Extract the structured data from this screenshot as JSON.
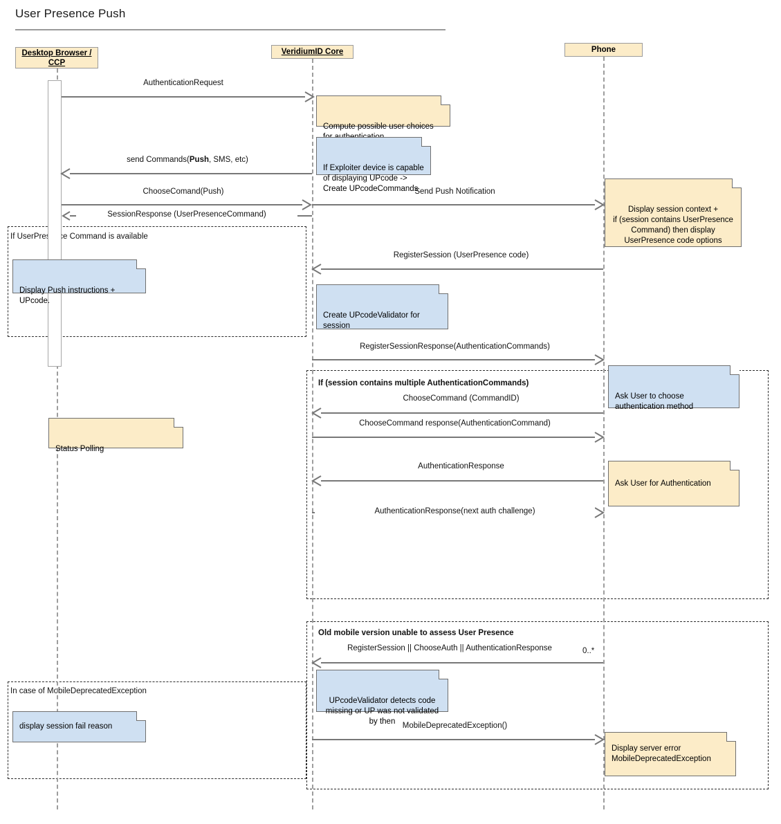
{
  "diagram": {
    "title": "User Presence Push",
    "type": "uml-sequence-diagram",
    "colors": {
      "note_yellow": "#fcecc8",
      "note_blue": "#cfe0f2",
      "participant_fill": "#fcecc8",
      "line_gray": "#777777",
      "lifeline_gray": "#9d9d9d",
      "fragment_border": "#2b2b2b"
    }
  },
  "participants": [
    {
      "id": "browser",
      "label_line1": "Desktop Browser /",
      "label_line2": "CCP",
      "underlined": true
    },
    {
      "id": "core",
      "label_line1": "VeridiumID Core",
      "label_line2": "",
      "underlined": true
    },
    {
      "id": "phone",
      "label_line1": "Phone",
      "label_line2": "",
      "underlined": false
    }
  ],
  "messages": [
    {
      "id": "m1",
      "label": "AuthenticationRequest",
      "from": "browser",
      "to": "core",
      "dir": "right"
    },
    {
      "id": "m2",
      "label_html": "send Commands(<b>Push</b>, SMS, etc)",
      "label": "send Commands(Push, SMS, etc)",
      "from": "core",
      "to": "browser",
      "dir": "left"
    },
    {
      "id": "m3",
      "label": "ChooseComand(Push)",
      "from": "browser",
      "to": "core",
      "dir": "right"
    },
    {
      "id": "m4",
      "label": "Send Push Notification",
      "from": "core",
      "to": "phone",
      "dir": "right"
    },
    {
      "id": "m5",
      "label": "SessionResponse (UserPresenceCommand)",
      "from": "core",
      "to": "browser",
      "dir": "left"
    },
    {
      "id": "m6",
      "label": "RegisterSession (UserPresence code)",
      "from": "phone",
      "to": "core",
      "dir": "left"
    },
    {
      "id": "m7",
      "label": "RegisterSessionResponse(AuthenticationCommands)",
      "from": "core",
      "to": "phone",
      "dir": "right"
    },
    {
      "id": "m8",
      "label": "ChooseCommand (CommandID)",
      "from": "phone",
      "to": "core",
      "dir": "left"
    },
    {
      "id": "m9",
      "label": "ChooseCommand response(AuthenticationCommand)",
      "from": "core",
      "to": "phone",
      "dir": "right"
    },
    {
      "id": "m10",
      "label": "AuthenticationResponse",
      "from": "phone",
      "to": "core",
      "dir": "left"
    },
    {
      "id": "m11",
      "label": "AuthenticationResponse(next auth challenge)",
      "from": "core",
      "to": "phone",
      "dir": "right"
    },
    {
      "id": "m12",
      "label": "RegisterSession || ChooseAuth || AuthenticationResponse",
      "multiplicity": "0..*",
      "from": "phone",
      "to": "core",
      "dir": "left"
    },
    {
      "id": "m13",
      "label": "MobileDeprecatedException()",
      "from": "core",
      "to": "phone",
      "dir": "right"
    }
  ],
  "notes": [
    {
      "id": "n1",
      "color": "yellow",
      "align": "left",
      "text": "Compute possible user choices\nfor authentication"
    },
    {
      "id": "n2",
      "color": "blue",
      "align": "left",
      "text": "If Exploiter device is capable\nof displaying UPcode ->\nCreate UPcodeCommands"
    },
    {
      "id": "n3",
      "color": "yellow",
      "align": "center",
      "text": "Display session context +\nif (session contains UserPresence\nCommand) then display\nUserPresence code options"
    },
    {
      "id": "n4",
      "color": "blue",
      "align": "left",
      "text": "Display Push instructions +\nUPcode."
    },
    {
      "id": "n5",
      "color": "blue",
      "align": "left",
      "text": "Create UPcodeValidator for\nsession"
    },
    {
      "id": "n6",
      "color": "blue",
      "align": "left",
      "text": "Ask User to choose\nauthentication method"
    },
    {
      "id": "n7",
      "color": "yellow",
      "align": "left",
      "text": "Status Polling"
    },
    {
      "id": "n8",
      "color": "yellow",
      "align": "left",
      "text": "Ask User for Authentication"
    },
    {
      "id": "n9",
      "color": "blue",
      "align": "center",
      "text": "UPcodeValidator detects code\nmissing or UP was not validated\nby then"
    },
    {
      "id": "n10",
      "color": "blue",
      "align": "left",
      "text": "display session fail reason"
    },
    {
      "id": "n11",
      "color": "yellow",
      "align": "left",
      "text": "Display server error\nMobileDeprecatedException"
    }
  ],
  "fragments": [
    {
      "id": "f1",
      "label": "If UserPresence Command is available",
      "bold": false
    },
    {
      "id": "f2",
      "label": "If (session contains multiple AuthenticationCommands)",
      "bold": true
    },
    {
      "id": "f3",
      "label": "Old mobile version unable to assess User Presence",
      "bold": true
    },
    {
      "id": "f4",
      "label": "In case of MobileDeprecatedException",
      "bold": false
    }
  ]
}
